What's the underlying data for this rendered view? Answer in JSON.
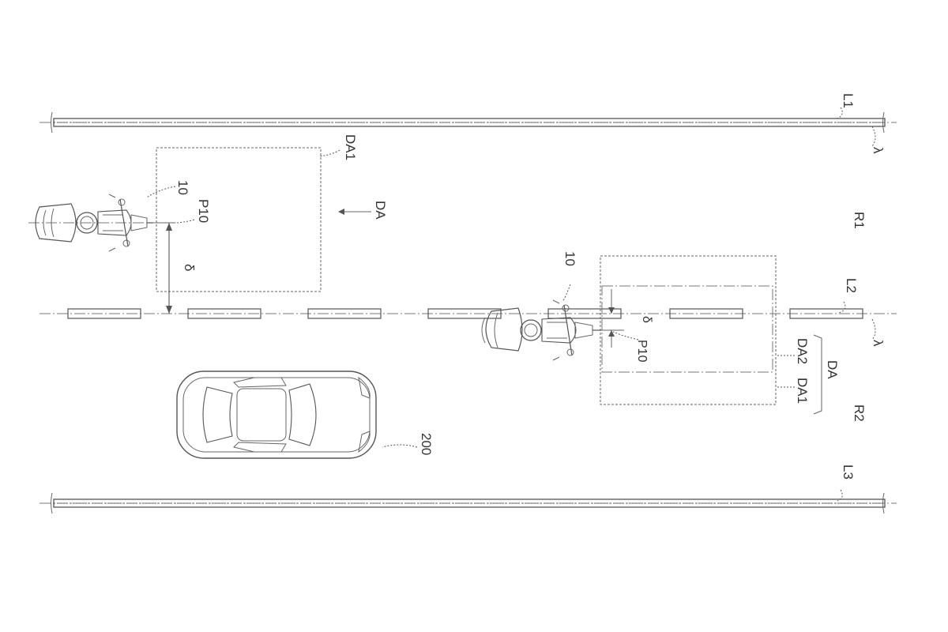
{
  "labels": {
    "L1": "L1",
    "L2": "L2",
    "L3": "L3",
    "lambda_top": "λ",
    "lambda_mid": "λ",
    "R1": "R1",
    "R2": "R2",
    "DA1_left": "DA1",
    "DA_left": "DA",
    "ten_left": "10",
    "P10_left": "P10",
    "delta_left": "δ",
    "ten_right": "10",
    "delta_right": "δ",
    "P10_right": "P10",
    "DA2_right": "DA2",
    "DA1_right": "DA1",
    "DA_right": "DA",
    "two_hundred": "200"
  },
  "colors": {
    "ink": "#555555",
    "text": "#333333",
    "background": "#ffffff"
  }
}
